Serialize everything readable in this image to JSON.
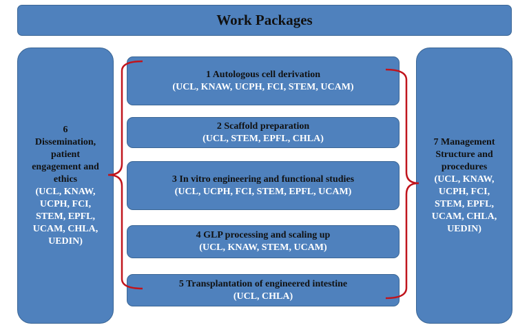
{
  "title": "Work Packages",
  "work_packages": [
    {
      "label": "1 Autologous cell derivation",
      "partners": "(UCL, KNAW, UCPH, FCI, STEM, UCAM)"
    },
    {
      "label": "2 Scaffold preparation",
      "partners": "(UCL, STEM, EPFL, CHLA)"
    },
    {
      "label": "3 In vitro engineering and functional studies",
      "partners": "(UCL, UCPH, FCI, STEM, EPFL, UCAM)"
    },
    {
      "label": "4 GLP processing and scaling up",
      "partners": "(UCL, KNAW, STEM, UCAM)"
    },
    {
      "label": "5 Transplantation of engineered intestine",
      "partners": "(UCL, CHLA)"
    }
  ],
  "left": {
    "label_lines": [
      "6",
      "Dissemination,",
      "patient",
      "engagement and",
      "ethics"
    ],
    "partner_lines": [
      "(UCL, KNAW,",
      "UCPH, FCI,",
      "STEM, EPFL,",
      "UCAM, CHLA,",
      "UEDIN)"
    ]
  },
  "right": {
    "label_lines": [
      "7  Management",
      "Structure and",
      "procedures"
    ],
    "partner_lines": [
      "(UCL, KNAW,",
      "UCPH, FCI,",
      "STEM, EPFL,",
      "UCAM, CHLA,",
      "UEDIN)"
    ]
  },
  "colors": {
    "box_fill": "#4f81bd",
    "box_border": "#3a6594",
    "bracket": "#c0141c"
  }
}
